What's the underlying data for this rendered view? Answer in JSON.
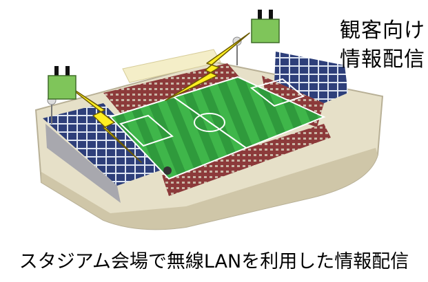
{
  "label": {
    "line1": "観客向け",
    "line2": "情報配信"
  },
  "caption": "スタジアム会場で無線LANを利用した情報配信",
  "colors": {
    "pitch_light": "#3fb64a",
    "pitch_dark": "#2f9a3c",
    "access_point": "#7fc55a",
    "lightning": "#ffee22",
    "stands_red": "#8c3a3a",
    "solar_panel": "#2e3f7a",
    "base": "#d9d2b8"
  },
  "icons": [
    "access-point-icon",
    "lightning-bolt-icon",
    "floodlight-icon"
  ]
}
